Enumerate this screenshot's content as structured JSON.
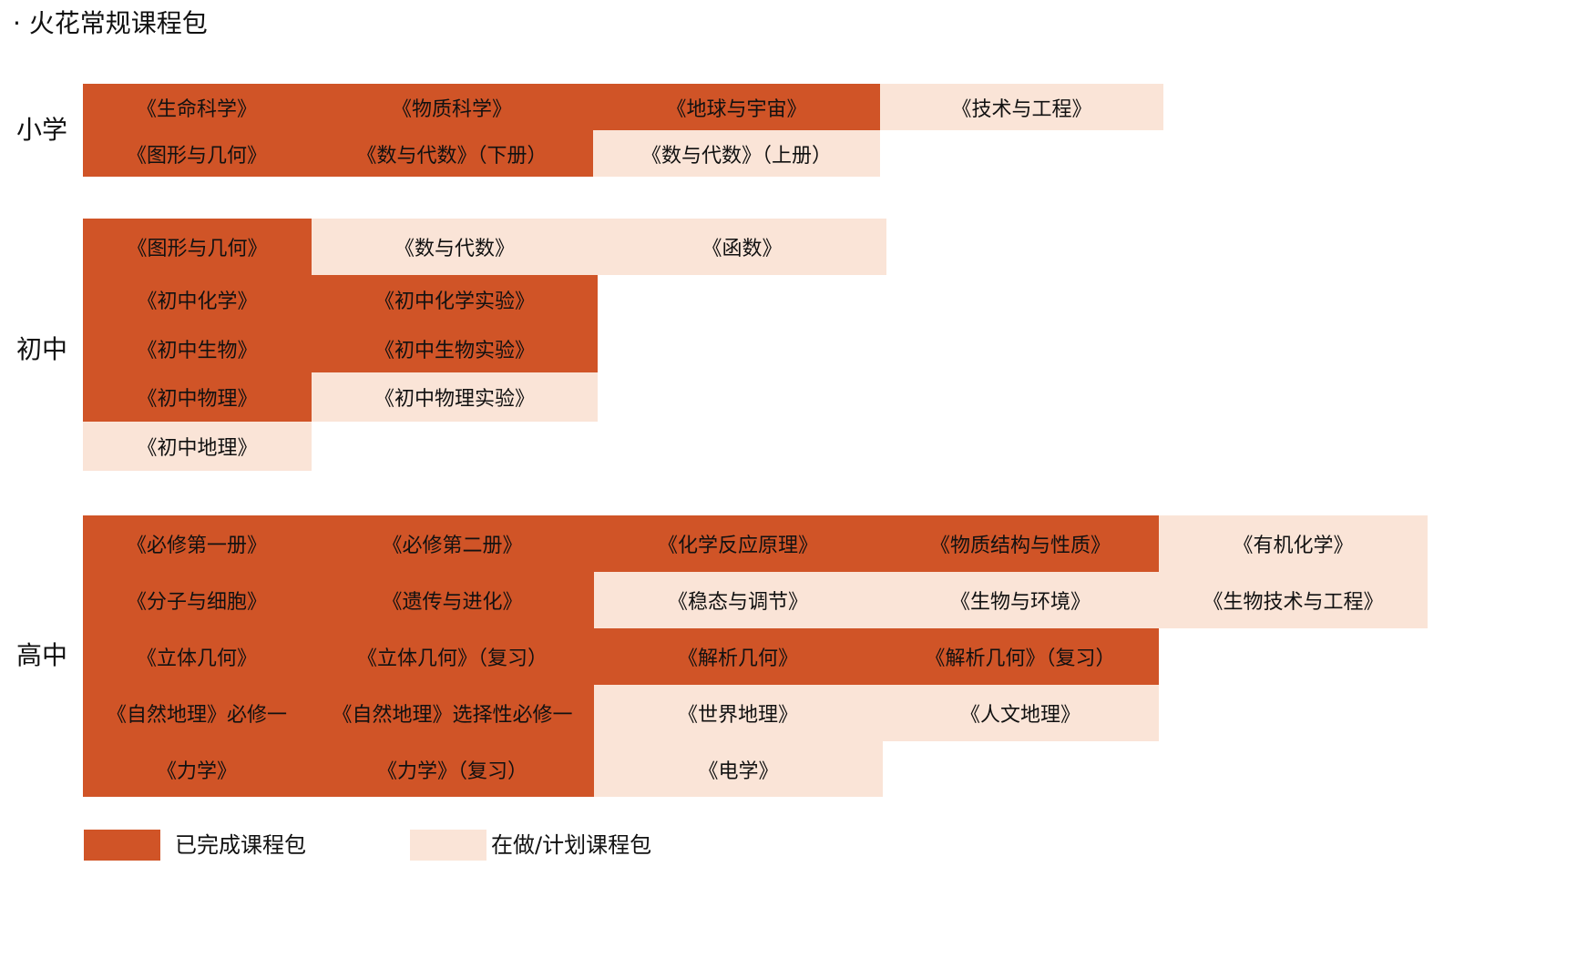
{
  "title": "· 火花常规课程包",
  "colors": {
    "done": "#d05427",
    "in_progress": "#fae4d7"
  },
  "sections": {
    "primary": {
      "label": "小学",
      "courses": [
        {
          "name": "《生命科学》",
          "status": "done"
        },
        {
          "name": "《物质科学》",
          "status": "done"
        },
        {
          "name": "《地球与宇宙》",
          "status": "done"
        },
        {
          "name": "《技术与工程》",
          "status": "in_progress"
        },
        {
          "name": "《图形与几何》",
          "status": "done"
        },
        {
          "name": "《数与代数》（下册）",
          "status": "done"
        },
        {
          "name": "《数与代数》（上册）",
          "status": "in_progress"
        }
      ]
    },
    "junior": {
      "label": "初中",
      "courses": [
        {
          "name": "《图形与几何》",
          "status": "done"
        },
        {
          "name": "《数与代数》",
          "status": "in_progress"
        },
        {
          "name": "《函数》",
          "status": "in_progress"
        },
        {
          "name": "《初中化学》",
          "status": "done"
        },
        {
          "name": "《初中化学实验》",
          "status": "done"
        },
        {
          "name": "《初中生物》",
          "status": "done"
        },
        {
          "name": "《初中生物实验》",
          "status": "done"
        },
        {
          "name": "《初中物理》",
          "status": "done"
        },
        {
          "name": "《初中物理实验》",
          "status": "in_progress"
        },
        {
          "name": "《初中地理》",
          "status": "in_progress"
        }
      ]
    },
    "senior": {
      "label": "高中",
      "courses": [
        {
          "name": "《必修第一册》",
          "status": "done"
        },
        {
          "name": "《必修第二册》",
          "status": "done"
        },
        {
          "name": "《化学反应原理》",
          "status": "done"
        },
        {
          "name": "《物质结构与性质》",
          "status": "done"
        },
        {
          "name": "《有机化学》",
          "status": "in_progress"
        },
        {
          "name": "《分子与细胞》",
          "status": "done"
        },
        {
          "name": "《遗传与进化》",
          "status": "done"
        },
        {
          "name": "《稳态与调节》",
          "status": "in_progress"
        },
        {
          "name": "《生物与环境》",
          "status": "in_progress"
        },
        {
          "name": "《生物技术与工程》",
          "status": "in_progress"
        },
        {
          "name": "《立体几何》",
          "status": "done"
        },
        {
          "name": "《立体几何》（复习）",
          "status": "done"
        },
        {
          "name": "《解析几何》",
          "status": "done"
        },
        {
          "name": "《解析几何》（复习）",
          "status": "done"
        },
        {
          "name": "《自然地理》必修一",
          "status": "done"
        },
        {
          "name": "《自然地理》选择性必修一",
          "status": "done"
        },
        {
          "name": "《世界地理》",
          "status": "in_progress"
        },
        {
          "name": "《人文地理》",
          "status": "in_progress"
        },
        {
          "name": "《力学》",
          "status": "done"
        },
        {
          "name": "《力学》（复习）",
          "status": "done"
        },
        {
          "name": "《电学》",
          "status": "in_progress"
        }
      ]
    }
  },
  "legend": {
    "done_label": "已完成课程包",
    "in_progress_label": "在做/计划课程包"
  }
}
